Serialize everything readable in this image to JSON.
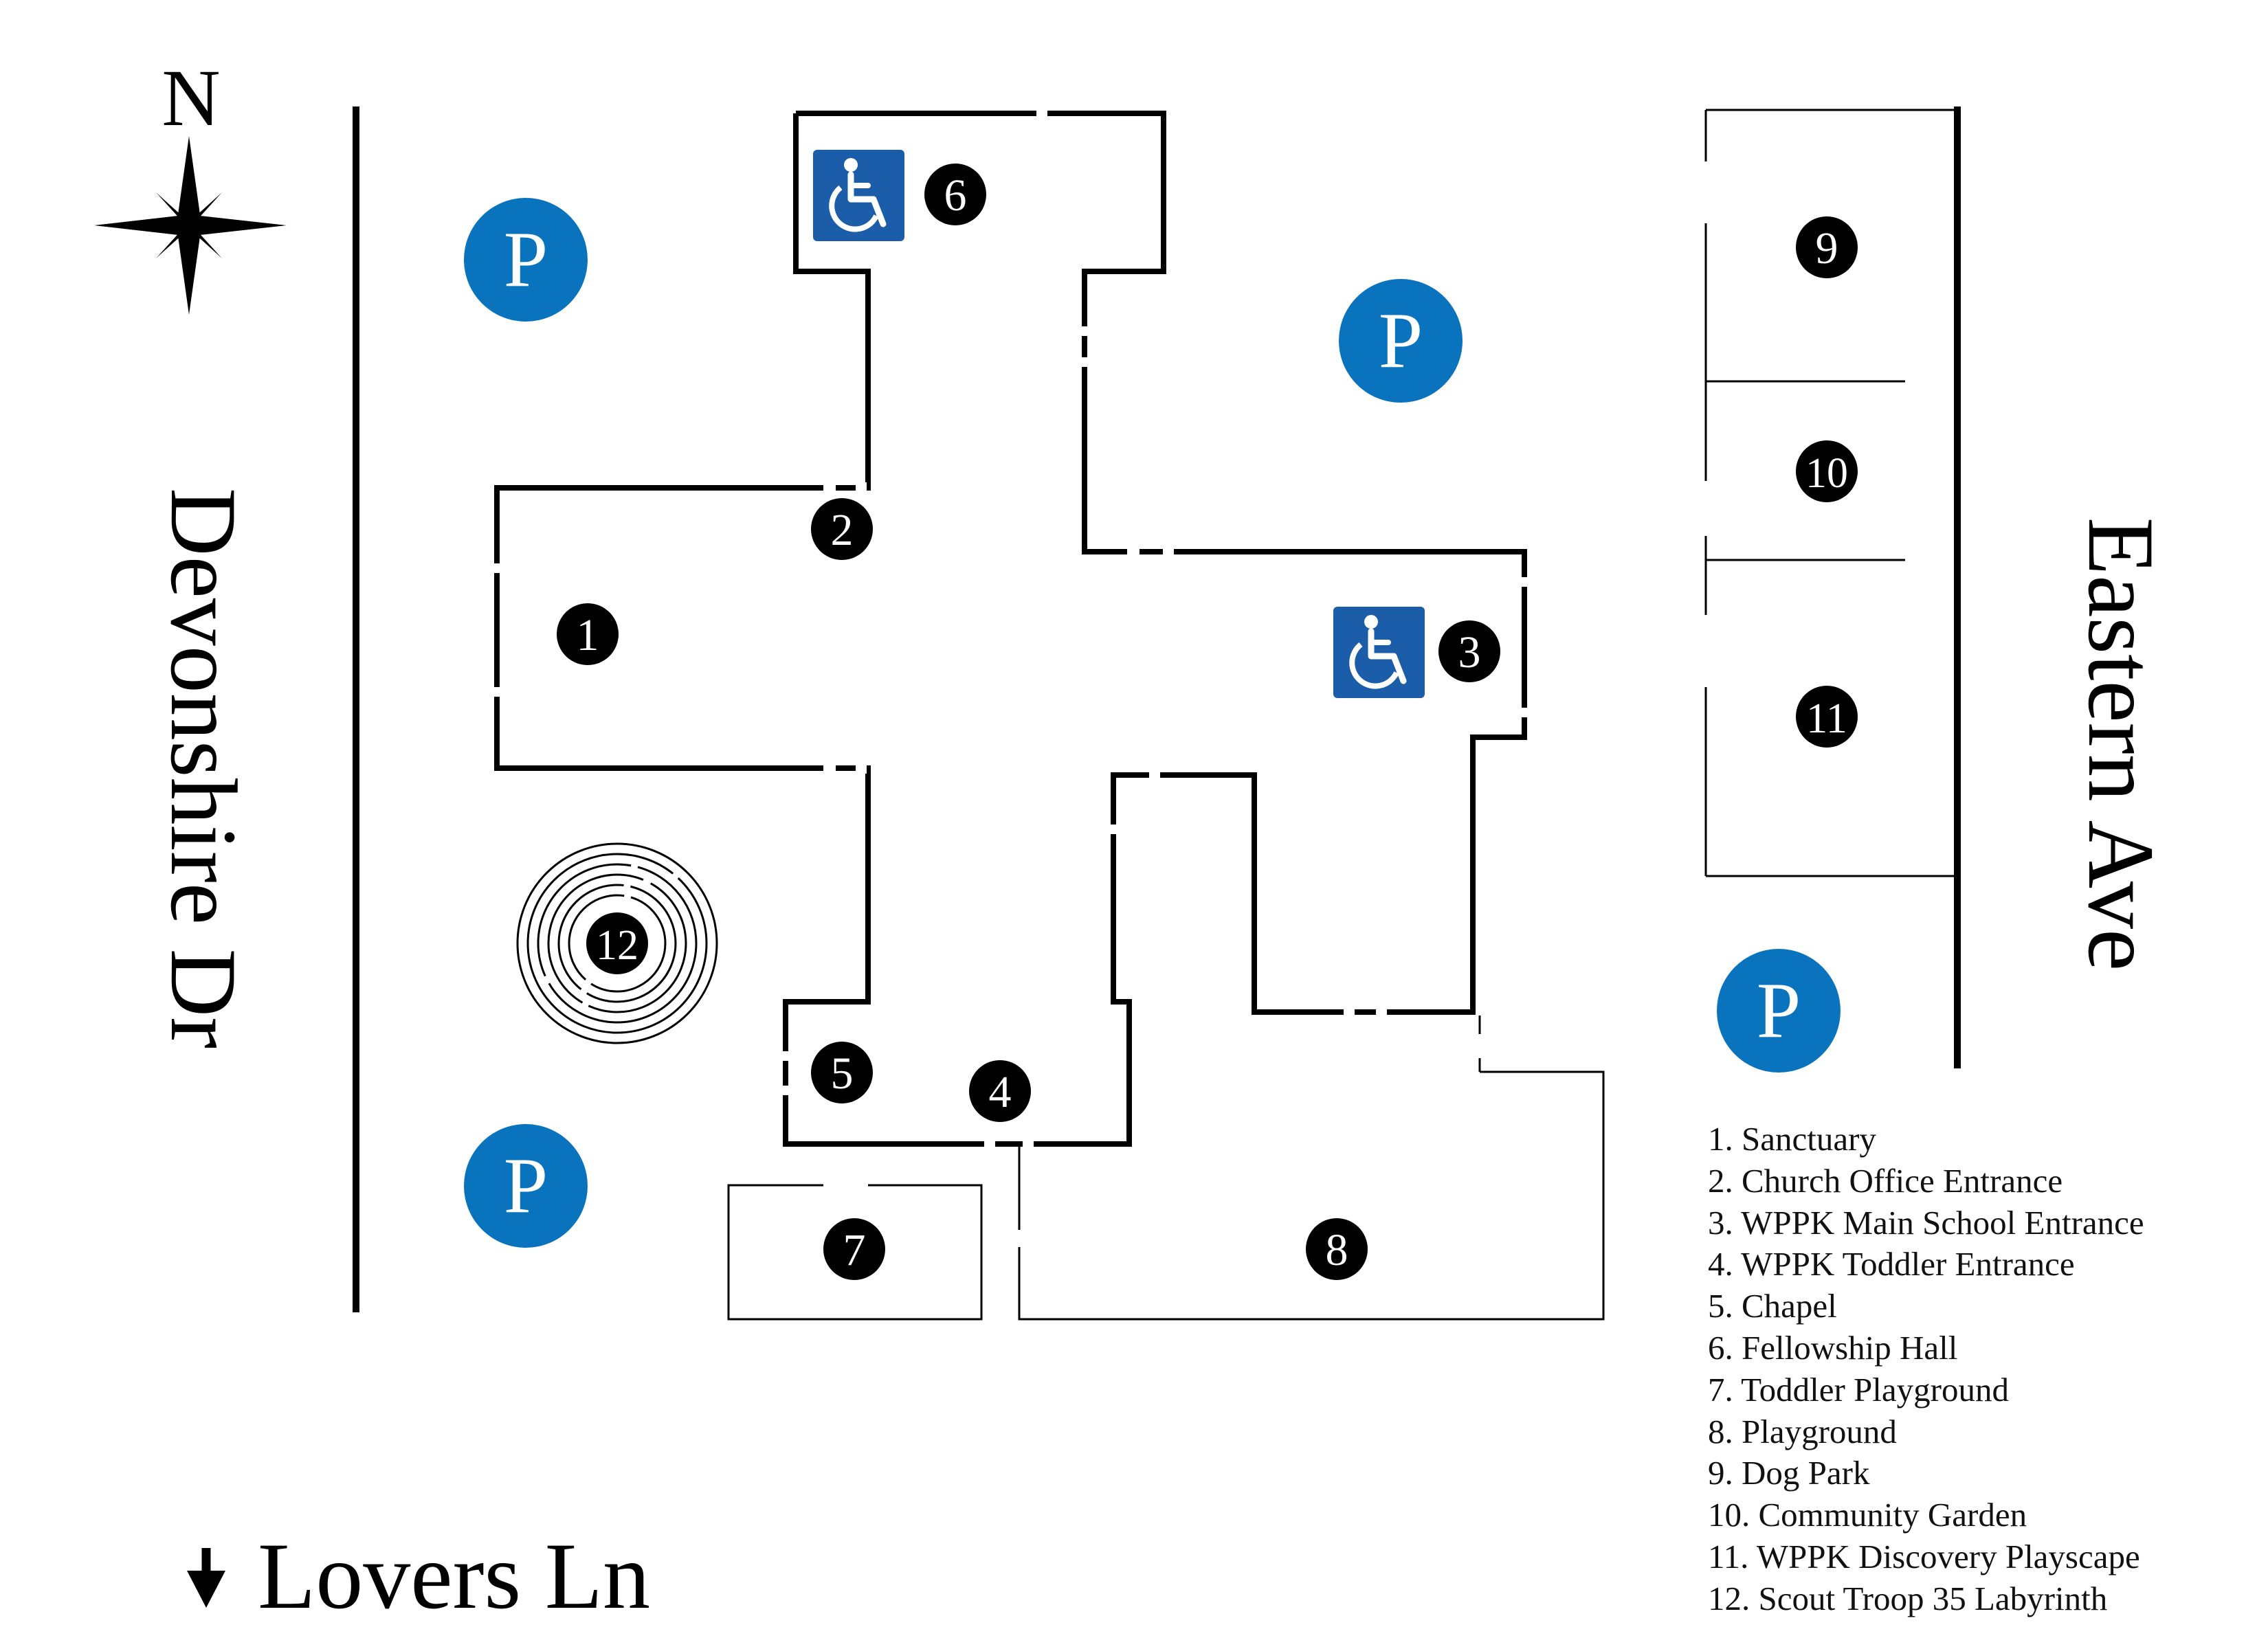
{
  "compass": {
    "north_label": "N"
  },
  "streets": {
    "west": "Devonshire Dr",
    "east": "Eastern Ave",
    "south": "Lovers Ln",
    "south_arrow_icon": "down-arrow-icon"
  },
  "parking": {
    "label": "P",
    "color": "#0A73BE"
  },
  "accessible": {
    "icon": "wheelchair-icon",
    "color": "#1B5DA8"
  },
  "markers": {
    "m1": "1",
    "m2": "2",
    "m3": "3",
    "m4": "4",
    "m5": "5",
    "m6": "6",
    "m7": "7",
    "m8": "8",
    "m9": "9",
    "m10": "10",
    "m11": "11",
    "m12": "12"
  },
  "legend": [
    "1. Sanctuary",
    "2. Church Office Entrance",
    "3. WPPK Main School Entrance",
    "4. WPPK Toddler Entrance",
    "5. Chapel",
    "6. Fellowship Hall",
    "7. Toddler Playground",
    "8. Playground",
    "9. Dog Park",
    "10. Community Garden",
    "11. WPPK Discovery Playscape",
    "12. Scout Troop 35 Labyrinth"
  ]
}
